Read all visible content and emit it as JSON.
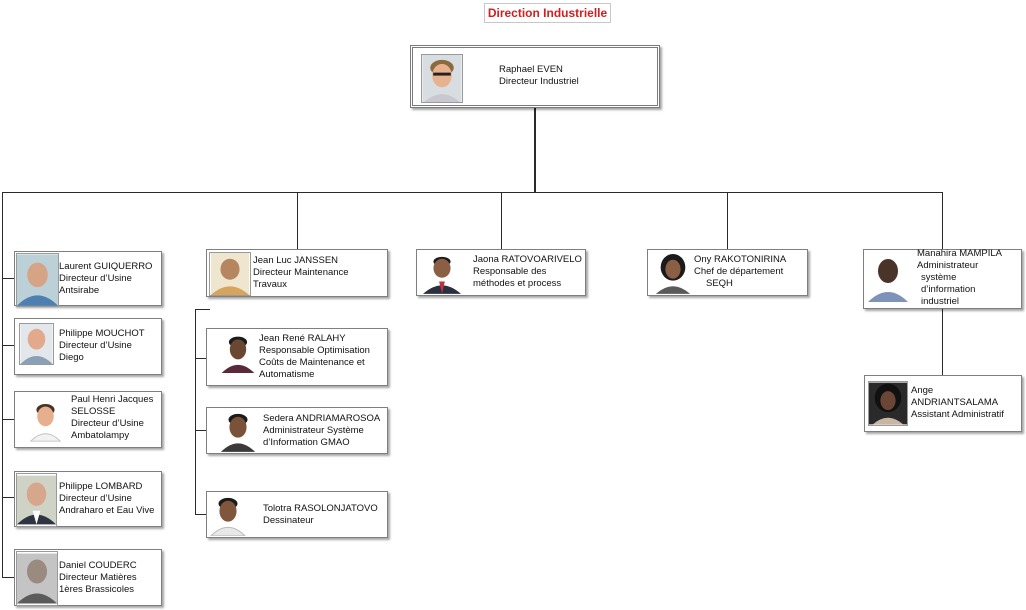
{
  "title": "Direction Industrielle",
  "colors": {
    "title": "#d02020",
    "line": "#2a2a2a",
    "border": "#7f7f7f"
  },
  "director": {
    "name": "Raphael EVEN",
    "role": "Directeur Industriel"
  },
  "left_column": [
    {
      "name": "Laurent GUIQUERRO",
      "role1": "Directeur d’Usine",
      "role2": "Antsirabe"
    },
    {
      "name": "Philippe MOUCHOT",
      "role1": "Directeur d’Usine",
      "role2": "Diego"
    },
    {
      "name": "Paul Henri Jacques",
      "role1": "SELOSSE",
      "role2": "Directeur d’Usine",
      "role3": "Ambatolampy"
    },
    {
      "name": "Philippe LOMBARD",
      "role1": "Directeur d’Usine",
      "role2": "Andraharo et Eau Vive"
    },
    {
      "name": "Daniel COUDERC",
      "role1": "Directeur Matières",
      "role2": "1ères Brassicoles"
    }
  ],
  "maintenance": {
    "head": {
      "name": "Jean Luc JANSSEN",
      "role1": "Directeur Maintenance",
      "role2": "Travaux"
    },
    "reports": [
      {
        "name": "Jean René RALAHY",
        "role1": "Responsable Optimisation",
        "role2": "Coûts de Maintenance et",
        "role3": "Automatisme"
      },
      {
        "name": "Sedera ANDRIAMAROSOA",
        "role1": "Administrateur Système",
        "role2": "d’Information GMAO"
      },
      {
        "name": "Tolotra RASOLONJATOVO",
        "role1": "Dessinateur"
      }
    ]
  },
  "methods": {
    "name": "Jaona RATOVOARIVELO",
    "role1": "Responsable des",
    "role2": "méthodes et process"
  },
  "seqh": {
    "name": "Ony RAKOTONIRINA",
    "role1": "Chef de département",
    "role2": "SEQH"
  },
  "info": {
    "head": {
      "name": "Manahira MAMPILA",
      "role1": "Administrateur",
      "role2": "système",
      "role3": "d’information",
      "role4": "industriel"
    },
    "assistant": {
      "name": "Ange",
      "role1": "ANDRIANTSALAMA",
      "role2": "Assistant Administratif"
    }
  }
}
